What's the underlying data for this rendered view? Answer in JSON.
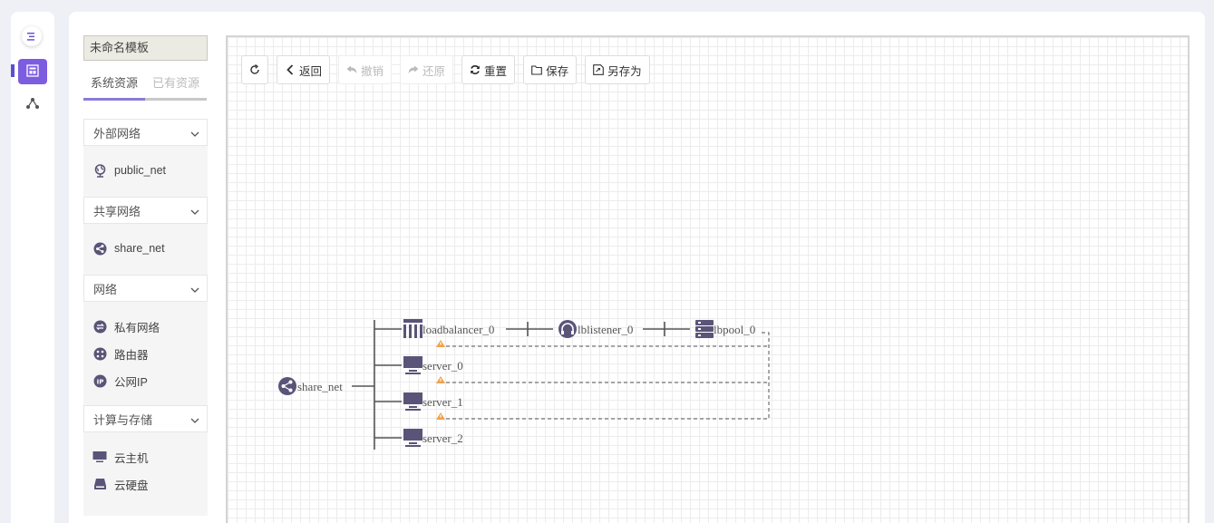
{
  "rail": {
    "collapse_icon": "menu-fold-icon",
    "items": [
      {
        "icon": "template-icon",
        "active": true
      },
      {
        "icon": "topology-icon",
        "active": false
      }
    ]
  },
  "sidebar": {
    "template_name": "未命名模板",
    "tabs": [
      {
        "label": "系统资源",
        "active": true
      },
      {
        "label": "已有资源",
        "active": false
      }
    ],
    "groups": [
      {
        "title": "外部网络",
        "items": [
          {
            "label": "public_net",
            "icon": "globe-icon"
          }
        ]
      },
      {
        "title": "共享网络",
        "items": [
          {
            "label": "share_net",
            "icon": "share-icon"
          }
        ]
      },
      {
        "title": "网络",
        "items": [
          {
            "label": "私有网络",
            "icon": "private-network-icon"
          },
          {
            "label": "路由器",
            "icon": "router-icon"
          },
          {
            "label": "公网IP",
            "icon": "ip-icon"
          }
        ]
      },
      {
        "title": "计算与存储",
        "items": [
          {
            "label": "云主机",
            "icon": "monitor-icon"
          },
          {
            "label": "云硬盘",
            "icon": "disk-icon"
          }
        ]
      }
    ]
  },
  "toolbar": {
    "refresh_label": "",
    "back_label": "返回",
    "undo_label": "撤销",
    "redo_label": "还原",
    "reset_label": "重置",
    "save_label": "保存",
    "save_as_label": "另存为"
  },
  "topology": {
    "root": {
      "label": "share_net",
      "icon": "share-icon"
    },
    "nodes": [
      {
        "label": "loadbalancer_0",
        "icon": "loadbalancer-icon"
      },
      {
        "label": "lblistener_0",
        "icon": "listener-icon"
      },
      {
        "label": "lbpool_0",
        "icon": "pool-icon"
      },
      {
        "label": "server_0",
        "icon": "monitor-icon",
        "warning": true
      },
      {
        "label": "server_1",
        "icon": "monitor-icon",
        "warning": true
      },
      {
        "label": "server_2",
        "icon": "monitor-icon",
        "warning": true
      }
    ]
  },
  "colors": {
    "accent": "#7c5ce0",
    "icon": "#5a5478",
    "warning": "#f0a24b"
  }
}
